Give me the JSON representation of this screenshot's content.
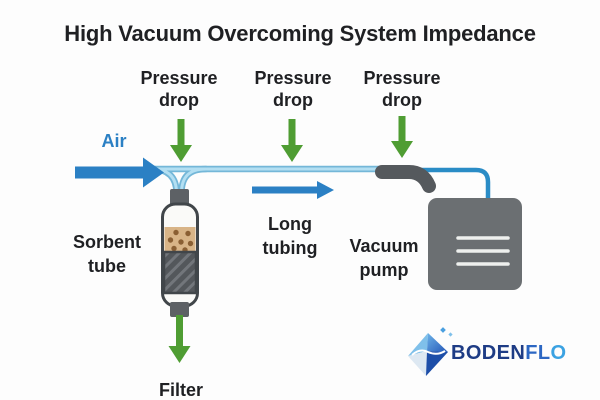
{
  "title": "High Vacuum Overcoming System Impedance",
  "labels": {
    "air": "Air",
    "pressure_drops": [
      {
        "line1": "Pressure",
        "line2": "drop"
      },
      {
        "line1": "Pressure",
        "line2": "drop"
      },
      {
        "line1": "Pressure",
        "line2": "drop"
      }
    ],
    "sorbent_tube": {
      "line1": "Sorbent",
      "line2": "tube"
    },
    "long_tubing": {
      "line1": "Long",
      "line2": "tubing"
    },
    "vacuum_pump": {
      "line1": "Vacuum",
      "line2": "pump"
    },
    "filter": "Filter"
  },
  "logo": {
    "brand": "BODENFLO",
    "segments": [
      {
        "text": "BODEN",
        "color": "#1e3c85"
      },
      {
        "text": "FL",
        "color": "#2c67c3"
      },
      {
        "text": "O",
        "color": "#3ba2e2"
      }
    ]
  },
  "colors": {
    "flow_arrow_blue": "#2b80c4",
    "pump_line_blue": "#2a8cc6",
    "tubing_light_blue": "#9fd2e9",
    "pressure_arrow_green": "#4f9d33",
    "fitting_dark_gray": "#55595d",
    "pump_gray": "#6b6f72",
    "sorbent_fill_tan": "#d8b487",
    "sorbent_granule_brown": "#8a5f33",
    "text_dark": "#1f2023"
  }
}
